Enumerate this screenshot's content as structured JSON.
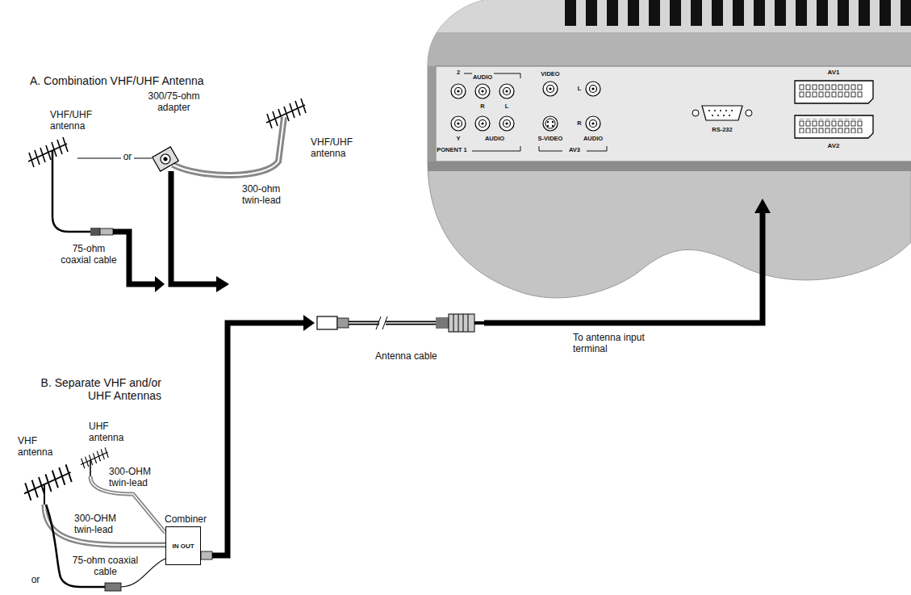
{
  "diagram": {
    "nodes": [
      {
        "text": [
          "Combiner",
          "IN OUT"
        ]
      }
    ],
    "labels": [
      "A. Combination VHF/UHF Antenna",
      "VHF/UHF antenna",
      "or",
      "300/75-ohm adapter",
      "VHF/UHF antenna",
      "300-ohm twin-lead",
      "75-ohm coaxial cable",
      "B. Separate VHF and/or UHF Antennas",
      "VHF antenna",
      "UHF antenna",
      "300-OHM twin-lead",
      "300-OHM twin-lead",
      "or",
      "75-ohm coaxial cable",
      "Antenna cable",
      "To antenna input terminal",
      "AUDIO",
      "R",
      "L",
      "Y",
      "AUDIO",
      "PONENT 1",
      "VIDEO",
      "L",
      "S-VIDEO",
      "R",
      "AUDIO",
      "AV3",
      "RS-232",
      "AV1",
      "AV2",
      "2"
    ]
  }
}
